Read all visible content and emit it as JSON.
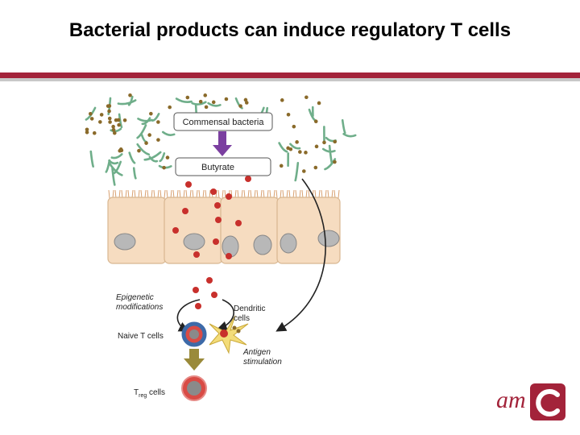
{
  "slide": {
    "title": "Bacterial products can induce regulatory T cells"
  },
  "diagram": {
    "labels": {
      "commensal_bacteria": "Commensal bacteria",
      "butyrate": "Butyrate",
      "epigenetic_line1": "Epigenetic",
      "epigenetic_line2": "modifications",
      "dendritic_line1": "Dendritic",
      "dendritic_line2": "cells",
      "naive_t_cells": "Naive T cells",
      "antigen_line1": "Antigen",
      "antigen_line2": "stimulation",
      "treg_main": "T",
      "treg_sub": "reg",
      "treg_suffix": " cells"
    }
  },
  "logo": {
    "text": "am",
    "color": "#a3233a"
  },
  "colors": {
    "accent_bar": "#a3233a",
    "purple_arrow": "#7b3fa0",
    "olive_arrow": "#9a8a3a",
    "epithelium": "#f6dcc0",
    "butyrate_dot": "#c8302c",
    "bacteria_green": "#6fae8a",
    "bacteria_brown": "#8a6a2a"
  }
}
